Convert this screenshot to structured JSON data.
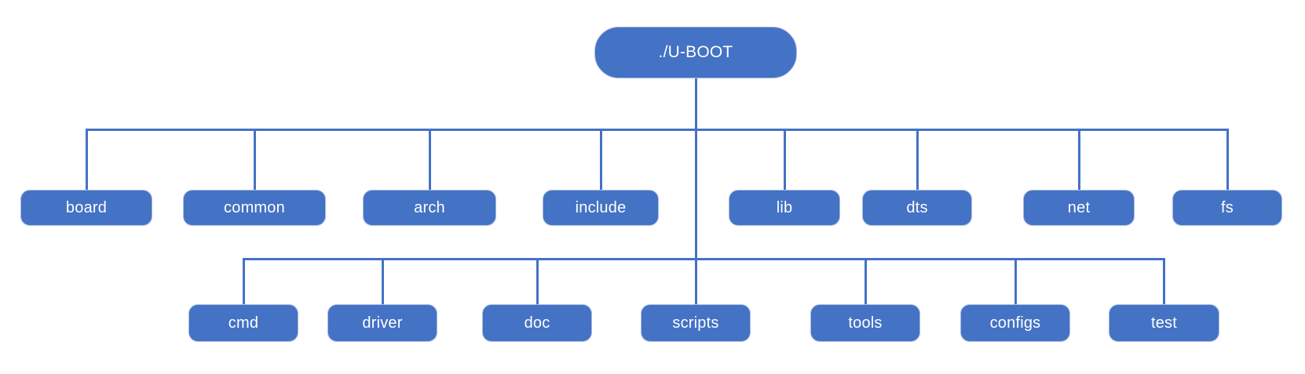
{
  "diagram": {
    "root": "./U-BOOT",
    "level1": [
      "board",
      "common",
      "arch",
      "include",
      "lib",
      "dts",
      "net",
      "fs"
    ],
    "level2": [
      "cmd",
      "driver",
      "doc",
      "scripts",
      "tools",
      "configs",
      "test"
    ],
    "colors": {
      "node_fill": "#4472C4",
      "node_border": "#A9BBE2",
      "connector": "#4472C4",
      "text": "#FFFFFF",
      "background": "#FFFFFF"
    }
  }
}
